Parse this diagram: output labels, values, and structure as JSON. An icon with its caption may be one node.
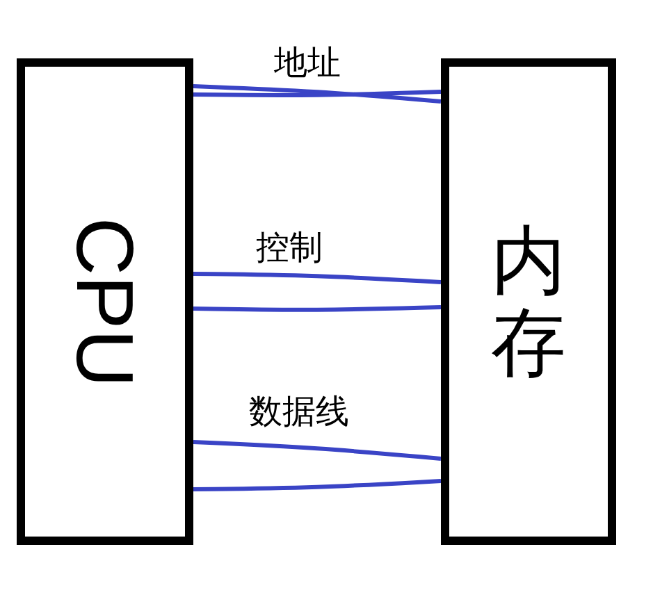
{
  "diagram": {
    "nodes": [
      {
        "text": [
          "CPU"
        ]
      },
      {
        "text": [
          "内存"
        ]
      }
    ],
    "edges": [
      {
        "from": 0,
        "to": 1,
        "arrow": "none",
        "label": "地址"
      },
      {
        "from": 0,
        "to": 1,
        "arrow": "none"
      },
      {
        "from": 0,
        "to": 1,
        "arrow": "none",
        "label": "控制"
      },
      {
        "from": 0,
        "to": 1,
        "arrow": "none"
      },
      {
        "from": 0,
        "to": 1,
        "arrow": "none",
        "label": "数据线"
      },
      {
        "from": 0,
        "to": 1,
        "arrow": "none"
      }
    ]
  }
}
